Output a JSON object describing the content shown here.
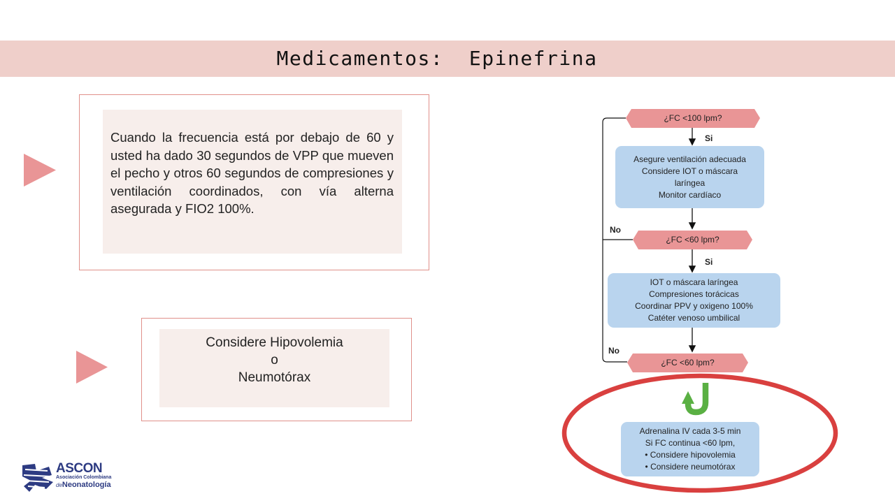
{
  "header": {
    "title": "Medicamentos:  Epinefrina"
  },
  "main_text": "Cuando la frecuencia está por debajo de 60 y usted  ha dado 30 segundos de VPP que mueven el pecho y otros 60 segundos de compresiones y ventilación coordinados, con vía alterna asegurada y FIO2 100%.",
  "consider_box": {
    "line1": "Considere Hipovolemia",
    "line2": "o",
    "line3": "Neumotórax"
  },
  "flowchart": {
    "decision1": "¿FC <100 lpm?",
    "decision2": "¿FC <60 lpm?",
    "decision3": "¿FC <60 lpm?",
    "yes1": "Si",
    "yes2": "Si",
    "no1": "No",
    "no2": "No",
    "box1": {
      "line1": "Asegure ventilación adecuada",
      "line2": "Considere IOT o máscara",
      "line3": "laríngea",
      "line4": "Monitor cardíaco"
    },
    "box2": {
      "line1": "IOT o máscara laríngea",
      "line2": "Compresiones torácicas",
      "line3": "Coordinar PPV y oxigeno 100%",
      "line4": "Catéter venoso umbilical"
    },
    "box3": {
      "line1": "Adrenalina IV cada 3-5 min",
      "line2": "Si FC continua <60 lpm,",
      "line3": "•   Considere hipovolemia",
      "line4": "•   Considere neumotórax"
    }
  },
  "logo": {
    "name": "ASCON",
    "subtitle_line1": "Asociación Colombiana",
    "subtitle_line2": "de Neonatología",
    "subtitle_prefix": "de",
    "subtitle_main": "Neonatología"
  },
  "colors": {
    "title_band": "#efcfca",
    "frame_border": "#e0908a",
    "inner_fill": "#f7eeeb",
    "decision_fill": "#e99596",
    "box_fill": "#b9d4ee",
    "ellipse_stroke": "#d9403f",
    "green_arrow": "#5ab043",
    "logo_blue": "#2d3b82"
  }
}
